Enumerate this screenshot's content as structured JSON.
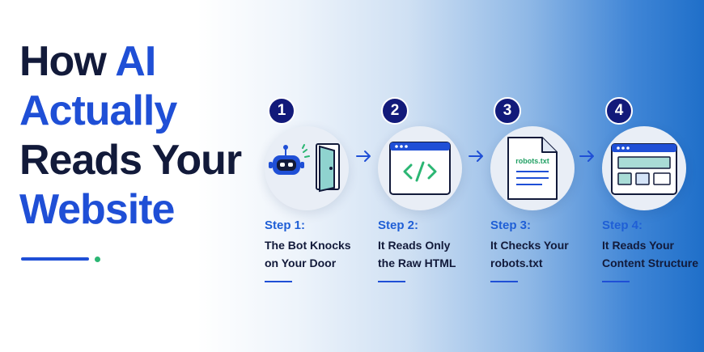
{
  "title": {
    "line1_prefix": "How ",
    "line1_accent": "AI",
    "line2": "Actually",
    "line3": "Reads Your",
    "line4": "Website"
  },
  "colors": {
    "navy": "#121a3a",
    "accent_blue": "#1f4fd6",
    "green_dot": "#2bb673",
    "badge": "#121a7a"
  },
  "steps": [
    {
      "number": "1",
      "label": "Step 1:",
      "line1": "The Bot Knocks",
      "line2": "on Your Door",
      "icon": "robot-door-icon"
    },
    {
      "number": "2",
      "label": "Step 2:",
      "line1": "It Reads Only",
      "line2": "the Raw HTML",
      "icon": "code-window-icon"
    },
    {
      "number": "3",
      "label": "Step 3:",
      "line1": "It Checks Your",
      "line2": "robots.txt",
      "icon": "robots-file-icon",
      "file_text": "robots.txt"
    },
    {
      "number": "4",
      "label": "Step 4:",
      "line1": "It Reads Your",
      "line2": "Content Structure",
      "icon": "layout-window-icon"
    }
  ]
}
